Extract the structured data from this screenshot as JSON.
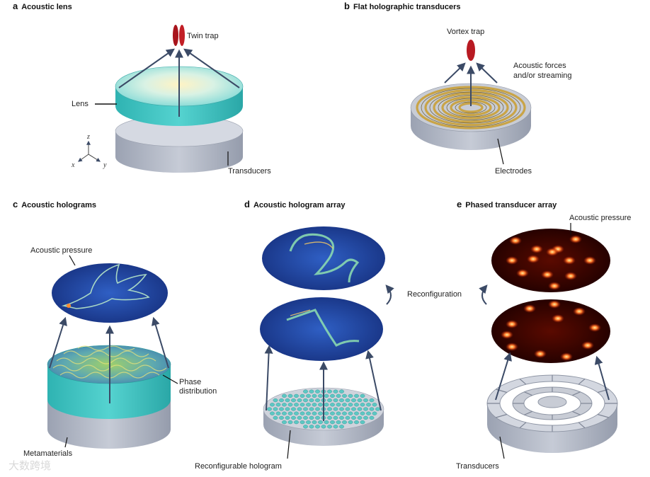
{
  "panels": {
    "a": {
      "letter": "a",
      "title": "Acoustic lens",
      "labels": {
        "trap": "Twin trap",
        "lens": "Lens",
        "transducers": "Transducers"
      },
      "axes": {
        "z": "z",
        "x": "x",
        "y": "y"
      }
    },
    "b": {
      "letter": "b",
      "title": "Flat holographic transducers",
      "labels": {
        "trap": "Vortex trap",
        "forces_line1": "Acoustic forces",
        "forces_line2": "and/or streaming",
        "electrodes": "Electrodes"
      }
    },
    "c": {
      "letter": "c",
      "title": "Acoustic holograms",
      "labels": {
        "pressure": "Acoustic pressure",
        "phase_line1": "Phase",
        "phase_line2": "distribution",
        "metamaterials": "Metamaterials"
      }
    },
    "d": {
      "letter": "d",
      "title": "Acoustic hologram array",
      "labels": {
        "reconfig": "Reconfiguration",
        "hologram": "Reconfigurable hologram"
      }
    },
    "e": {
      "letter": "e",
      "title": "Phased transducer array",
      "labels": {
        "pressure": "Acoustic pressure",
        "transducers": "Transducers"
      }
    }
  },
  "watermark": "大数跨境",
  "colors": {
    "teal": "#4ec9c6",
    "grey_top": "#cfd3dc",
    "grey_side": "#a9afbd",
    "arrow": "#3b4a66",
    "hologram_blue": "#1d3d9b",
    "pressure_red": "#3a0000",
    "spot": "#ff6a3a"
  }
}
